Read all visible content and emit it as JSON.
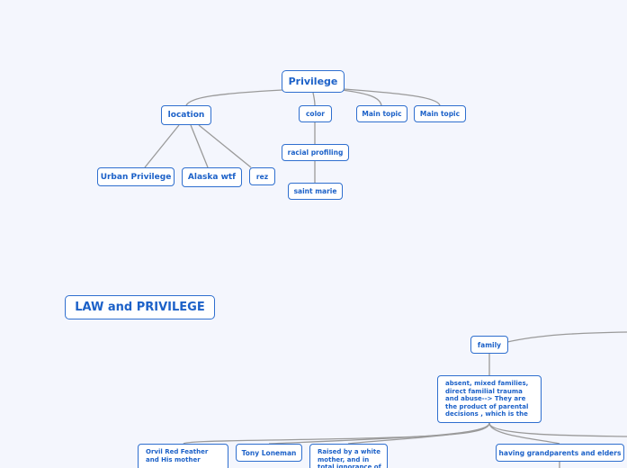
{
  "colors": {
    "background": "#f4f6fd",
    "node_border": "#2f6fcf",
    "node_text": "#1c61c8",
    "link": "#9a9a9a"
  },
  "map1": {
    "root": "Privilege",
    "location": "location",
    "color": "color",
    "main_topic_1": "Main topic",
    "main_topic_2": "Main topic",
    "urban": "Urban Privilege",
    "alaska": "Alaska wtf",
    "rez": "rez",
    "racial_profiling": "racial profiling",
    "saint_marie": "saint marie"
  },
  "map2": {
    "root": "LAW and PRIVILEGE",
    "family": "family",
    "absent_families": "absent, mixed families, direct familial trauma and abuse--> They are the product of parental decisions , which is the",
    "orvil": "Orvil Red Feather and His mother",
    "tony": "Tony Loneman",
    "raised": "Raised by a white mother, and in total ignorance of",
    "grandparents": "having grandparents and elders"
  }
}
